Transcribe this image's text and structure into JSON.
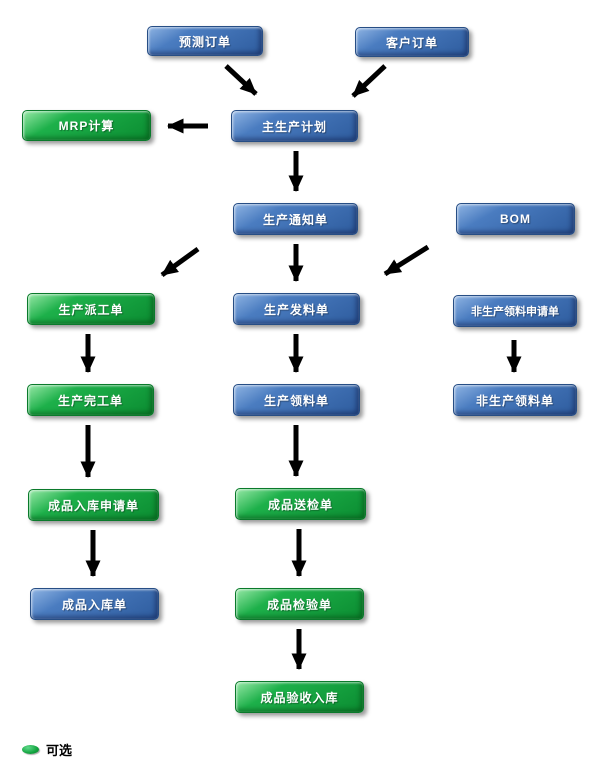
{
  "diagram": {
    "legend": {
      "label": "可选",
      "swatch_color": "#12a33e"
    },
    "colors": {
      "blue_node": "#3a6cb4",
      "green_node": "#12a33e",
      "arrow": "#000000"
    },
    "nodes": [
      {
        "id": "forecast-order",
        "label": "预测订单",
        "color": "blue"
      },
      {
        "id": "customer-order",
        "label": "客户订单",
        "color": "blue"
      },
      {
        "id": "mrp-calculation",
        "label": "MRP计算",
        "color": "green"
      },
      {
        "id": "master-production-plan",
        "label": "主生产计划",
        "color": "blue"
      },
      {
        "id": "production-notice",
        "label": "生产通知单",
        "color": "blue"
      },
      {
        "id": "bom",
        "label": "BOM",
        "color": "blue"
      },
      {
        "id": "production-dispatch-order",
        "label": "生产派工单",
        "color": "green"
      },
      {
        "id": "production-material-issue",
        "label": "生产发料单",
        "color": "blue"
      },
      {
        "id": "non-production-requisition-request",
        "label": "非生产领料申请单",
        "color": "blue"
      },
      {
        "id": "production-completion-order",
        "label": "生产完工单",
        "color": "green"
      },
      {
        "id": "production-material-requisition",
        "label": "生产领料单",
        "color": "blue"
      },
      {
        "id": "non-production-requisition",
        "label": "非生产领料单",
        "color": "blue"
      },
      {
        "id": "finished-goods-warehousing-request",
        "label": "成品入库申请单",
        "color": "green"
      },
      {
        "id": "finished-goods-inspection-submission",
        "label": "成品送检单",
        "color": "green"
      },
      {
        "id": "finished-goods-warehousing-order",
        "label": "成品入库单",
        "color": "blue"
      },
      {
        "id": "finished-goods-inspection-order",
        "label": "成品检验单",
        "color": "green"
      },
      {
        "id": "finished-goods-acceptance-warehousing",
        "label": "成品验收入库",
        "color": "green"
      }
    ],
    "edges": [
      {
        "from": "forecast-order",
        "to": "master-production-plan"
      },
      {
        "from": "customer-order",
        "to": "master-production-plan"
      },
      {
        "from": "master-production-plan",
        "to": "mrp-calculation"
      },
      {
        "from": "master-production-plan",
        "to": "production-notice"
      },
      {
        "from": "production-notice",
        "to": "production-dispatch-order"
      },
      {
        "from": "production-notice",
        "to": "production-material-issue"
      },
      {
        "from": "bom",
        "to": "production-material-issue"
      },
      {
        "from": "non-production-requisition-request",
        "to": "non-production-requisition"
      },
      {
        "from": "production-dispatch-order",
        "to": "production-completion-order"
      },
      {
        "from": "production-material-issue",
        "to": "production-material-requisition"
      },
      {
        "from": "production-completion-order",
        "to": "finished-goods-warehousing-request"
      },
      {
        "from": "production-material-requisition",
        "to": "finished-goods-inspection-submission"
      },
      {
        "from": "finished-goods-warehousing-request",
        "to": "finished-goods-warehousing-order"
      },
      {
        "from": "finished-goods-inspection-submission",
        "to": "finished-goods-inspection-order"
      },
      {
        "from": "finished-goods-inspection-order",
        "to": "finished-goods-acceptance-warehousing"
      }
    ]
  }
}
